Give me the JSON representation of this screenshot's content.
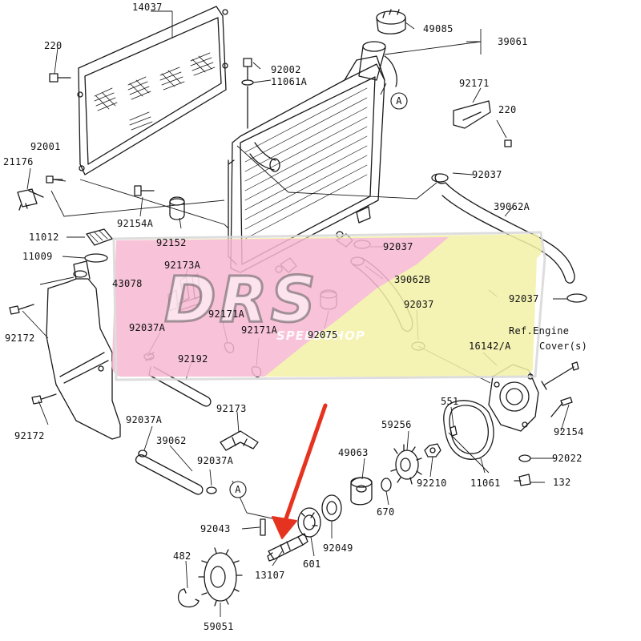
{
  "labels": {
    "p14037": "14037",
    "p220_top": "220",
    "p92002": "92002",
    "p11061A": "11061A",
    "p49085": "49085",
    "p39061": "39061",
    "p92171": "92171",
    "p220_right": "220",
    "p92001": "92001",
    "p21176": "21176",
    "p92154A": "92154A",
    "p92152": "92152",
    "p92037_a": "92037",
    "p39062A": "39062A",
    "p11012": "11012",
    "p11009": "11009",
    "p43078": "43078",
    "p92173A": "92173A",
    "p92037_b": "92037",
    "p39062B": "39062B",
    "p92037_c": "92037",
    "p92037_d": "92037",
    "p92172_top": "92172",
    "p92037A_top": "92037A",
    "p92171A_1": "92171A",
    "p92171A_2": "92171A",
    "p92075": "92075",
    "p92192": "92192",
    "p16142A": "16142/A",
    "p92172_bot": "92172",
    "p92037A_mid": "92037A",
    "p92173": "92173",
    "p551": "551",
    "p59256": "59256",
    "p49063": "49063",
    "p92154": "92154",
    "p39062": "39062",
    "p92037A_bot": "92037A",
    "p92022": "92022",
    "p92210": "92210",
    "p11061": "11061",
    "p132": "132",
    "p670": "670",
    "p92043": "92043",
    "p92049": "92049",
    "p482": "482",
    "p13107": "13107",
    "p601": "601",
    "p59051": "59051"
  },
  "refs": {
    "a1": "A",
    "a2": "A"
  },
  "engine_ref": {
    "line1": "Ref.Engine",
    "line2": "Cover(s)"
  },
  "watermark": {
    "brand": "DRS",
    "sub": "SPEEDSHOP"
  },
  "colors": {
    "line": "#1a1a1a",
    "arrow": "#e63320",
    "watermark_pink": "#f7b8d2",
    "watermark_yellow": "#f3f1a8"
  }
}
